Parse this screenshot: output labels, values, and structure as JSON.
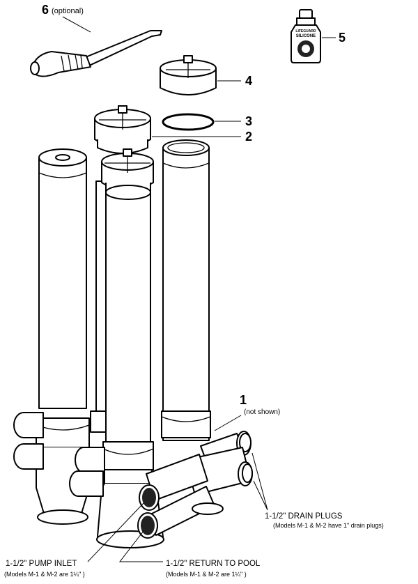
{
  "callouts": {
    "part6": {
      "number": "6",
      "note": "(optional)"
    },
    "part5": {
      "number": "5"
    },
    "part4": {
      "number": "4"
    },
    "part3": {
      "number": "3"
    },
    "part2": {
      "number": "2"
    },
    "part1": {
      "number": "1",
      "note": "(not shown)"
    }
  },
  "bottle": {
    "brand": "LIFEGUARD",
    "product": "SILICONE"
  },
  "labels": {
    "drain": {
      "title": "1-1/2\" DRAIN PLUGS",
      "note": "(Models M-1 & M-2 have 1\" drain plugs)"
    },
    "inlet": {
      "title": "1-1/2\" PUMP INLET",
      "note": "(Models M-1 & M-2 are 1¼\" )"
    },
    "return": {
      "title": "1-1/2\" RETURN TO POOL",
      "note": "(Models M-1 & M-2 are 1¼\" )"
    }
  }
}
